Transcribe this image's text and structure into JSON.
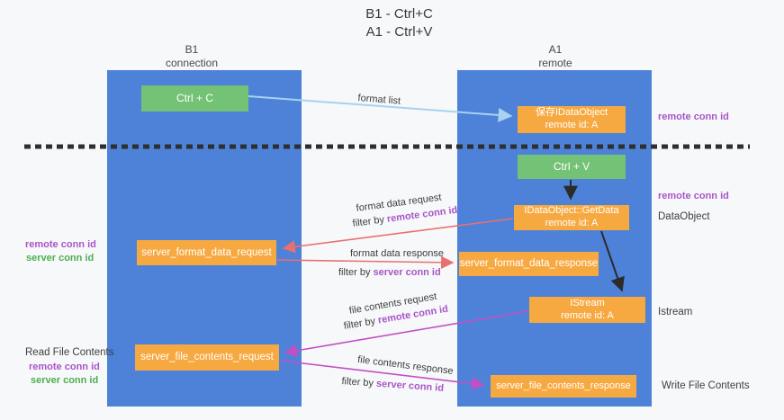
{
  "title": {
    "line1": "B1 - Ctrl+C",
    "line2": "A1 - Ctrl+V"
  },
  "lanes": {
    "left": {
      "header1": "B1",
      "header2": "connection"
    },
    "right": {
      "header1": "A1",
      "header2": "remote"
    }
  },
  "boxes": {
    "ctrl_c": {
      "label": "Ctrl + C"
    },
    "ctrl_v": {
      "label": "Ctrl + V"
    },
    "save_dataobject": {
      "line1": "保存IDataObject",
      "line2": "remote id: A"
    },
    "getdata": {
      "line1": "IDataObject::GetData",
      "line2": "remote id: A"
    },
    "istream": {
      "line1": "IStream",
      "line2": "remote id: A"
    },
    "format_request": {
      "label": "server_format_data_request"
    },
    "format_response": {
      "label": "server_format_data_response"
    },
    "file_request": {
      "label": "server_file_contents_request"
    },
    "file_response": {
      "label": "server_file_contents_response"
    }
  },
  "flow_labels": {
    "format_list": "format list",
    "format_data_request": "format data request",
    "format_data_response": "format data response",
    "file_contents_request": "file contents request",
    "file_contents_response": "file contents response",
    "filter_by": "filter by ",
    "remote_conn_id": "remote conn id",
    "server_conn_id": "server conn id"
  },
  "side_labels": {
    "right_top_remote_conn_id": "remote conn id",
    "right_mid_remote_conn_id": "remote conn id",
    "right_dataobject": "DataObject",
    "right_istream": "Istream",
    "right_write_file_contents": "Write File Contents",
    "left_remote_conn_id_1": "remote conn id",
    "left_server_conn_id_1": "server conn id",
    "left_read_file_contents": "Read File Contents",
    "left_remote_conn_id_2": "remote conn id",
    "left_server_conn_id_2": "server conn id"
  },
  "colors": {
    "lane_blue": "#4d82d8",
    "box_orange": "#f7a941",
    "box_green": "#74c276",
    "arrow_lightblue": "#a8d2f0",
    "arrow_red": "#e87070",
    "arrow_magenta": "#c44fc4",
    "arrow_black": "#2b2b2b",
    "dashed_line": "#2f2f2f",
    "text_purple": "#a855c8",
    "text_green": "#4caf50"
  }
}
